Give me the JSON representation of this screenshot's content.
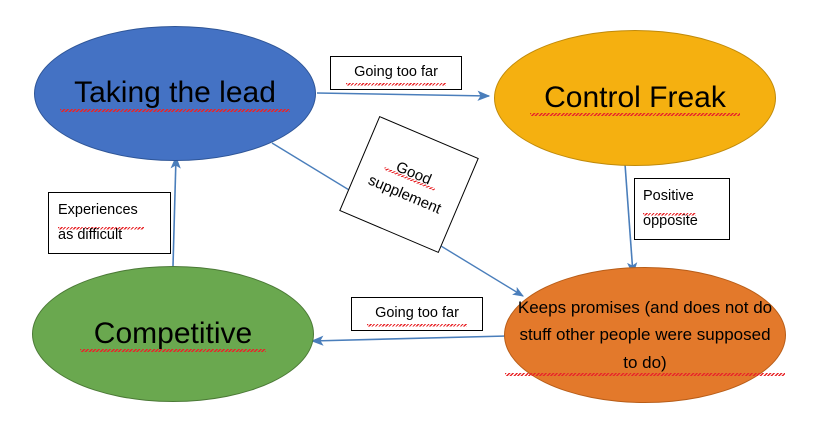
{
  "diagram": {
    "title": "Taking the lead / Control Freak / Competitive / Keeps promises relationship map",
    "colors": {
      "node_blue_fill": "#4472C4",
      "node_blue_stroke": "#2E5597",
      "node_amber_fill": "#F5B010",
      "node_amber_stroke": "#C08A0A",
      "node_green_fill": "#6AA84F",
      "node_green_stroke": "#4B7936",
      "node_orange_fill": "#E3792B",
      "node_orange_stroke": "#B85D18",
      "arrow": "#4A7EBB",
      "label_border": "#000000",
      "label_fill": "#FFFFFF",
      "spellcheck_underline": "#E8262A",
      "background": "#FFFFFF"
    },
    "nodes": [
      {
        "id": "taking-the-lead",
        "label": "Taking the lead"
      },
      {
        "id": "control-freak",
        "label": "Control Freak"
      },
      {
        "id": "competitive",
        "label": "Competitive"
      },
      {
        "id": "keeps-promises",
        "label": "Keeps promises (and does not do stuff other people were supposed to do)"
      }
    ],
    "edge_labels": [
      {
        "id": "going-too-far-top",
        "text": "Going too far"
      },
      {
        "id": "good-supplement",
        "text": "Good\nsupplement"
      },
      {
        "id": "positive-opposite",
        "text": "Positive\nopposite"
      },
      {
        "id": "experiences-as-difficult",
        "text": "Experiences\nas difficult"
      },
      {
        "id": "going-too-far-bottom",
        "text": "Going too far"
      }
    ],
    "edges": [
      {
        "id": "taking-the-lead-to-control-freak",
        "from": "taking-the-lead",
        "to": "control-freak",
        "label": "Going too far"
      },
      {
        "id": "taking-the-lead-to-keeps-promises",
        "from": "taking-the-lead",
        "to": "keeps-promises",
        "label": "Good supplement"
      },
      {
        "id": "control-freak-to-keeps-promises",
        "from": "control-freak",
        "to": "keeps-promises",
        "label": "Positive opposite"
      },
      {
        "id": "competitive-to-taking-the-lead",
        "from": "competitive",
        "to": "taking-the-lead",
        "label": "Experiences as difficult"
      },
      {
        "id": "keeps-promises-to-competitive",
        "from": "keeps-promises",
        "to": "competitive",
        "label": "Going too far"
      }
    ]
  }
}
